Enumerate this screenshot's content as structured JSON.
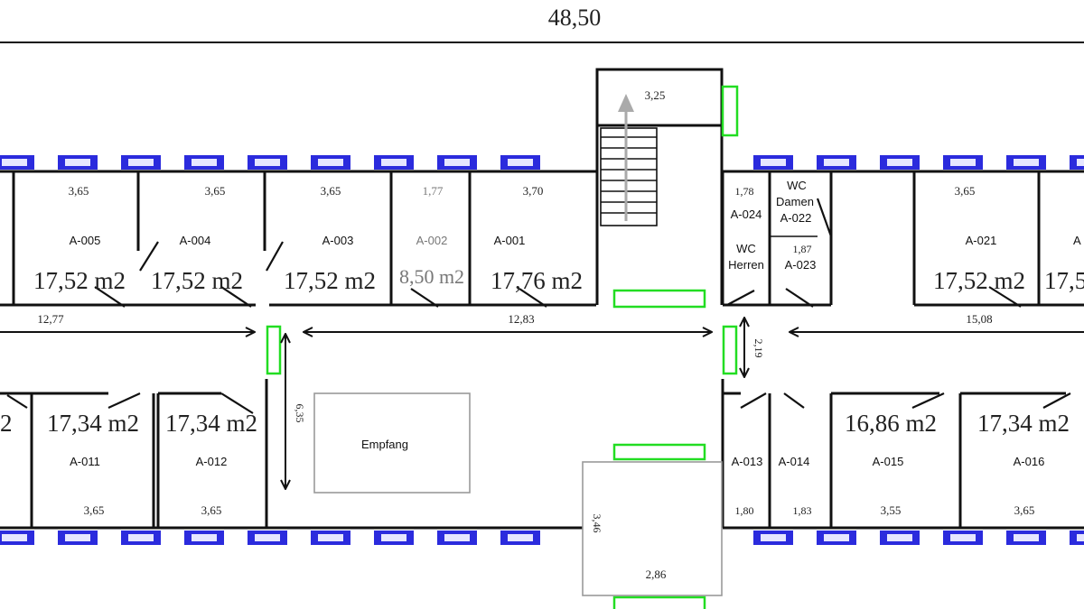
{
  "overall_width": "48,50",
  "window_color": "#2b2bdd",
  "door_marker_color": "#22dd22",
  "stair": {
    "depth": "3,25"
  },
  "rooms_top": [
    {
      "id": "A-005",
      "area": "17,52 m2",
      "width": "3,65"
    },
    {
      "id": "A-004",
      "area": "17,52 m2",
      "width": "3,65"
    },
    {
      "id": "A-003",
      "area": "17,52 m2",
      "width": "3,65"
    },
    {
      "id": "A-002",
      "area": "8,50 m2",
      "width": "1,77"
    },
    {
      "id": "A-001",
      "area": "17,76 m2",
      "width": "3,70"
    },
    {
      "id": "A-024",
      "width": "1,78"
    },
    {
      "id": "A-021",
      "area": "17,52 m2",
      "width": "3,65"
    }
  ],
  "wc": {
    "damen_l1": "WC",
    "damen_l2": "Damen",
    "damen_id": "A-022",
    "herren_l1": "WC",
    "herren_l2": "Herren",
    "herren_id": "A-023",
    "herren_width": "1,87"
  },
  "partial": {
    "top_right_id": "A",
    "top_right_area": "17,5",
    "bottom_left_area": "2"
  },
  "rooms_bottom": [
    {
      "id": "A-011",
      "area": "17,34 m2",
      "width": "3,65"
    },
    {
      "id": "A-012",
      "area": "17,34 m2",
      "width": "3,65"
    },
    {
      "id": "A-013",
      "width": "1,80"
    },
    {
      "id": "A-014",
      "width": "1,83"
    },
    {
      "id": "A-015",
      "area": "16,86 m2",
      "width": "3,55"
    },
    {
      "id": "A-016",
      "area": "17,34 m2",
      "width": "3,65"
    }
  ],
  "corridor": {
    "left": "12,77",
    "middle": "12,83",
    "right": "15,08",
    "height": "2,19"
  },
  "lobby": {
    "depth": "6,35",
    "reception": "Empfang"
  },
  "entrance": {
    "depth": "3,46",
    "width": "2,86"
  }
}
